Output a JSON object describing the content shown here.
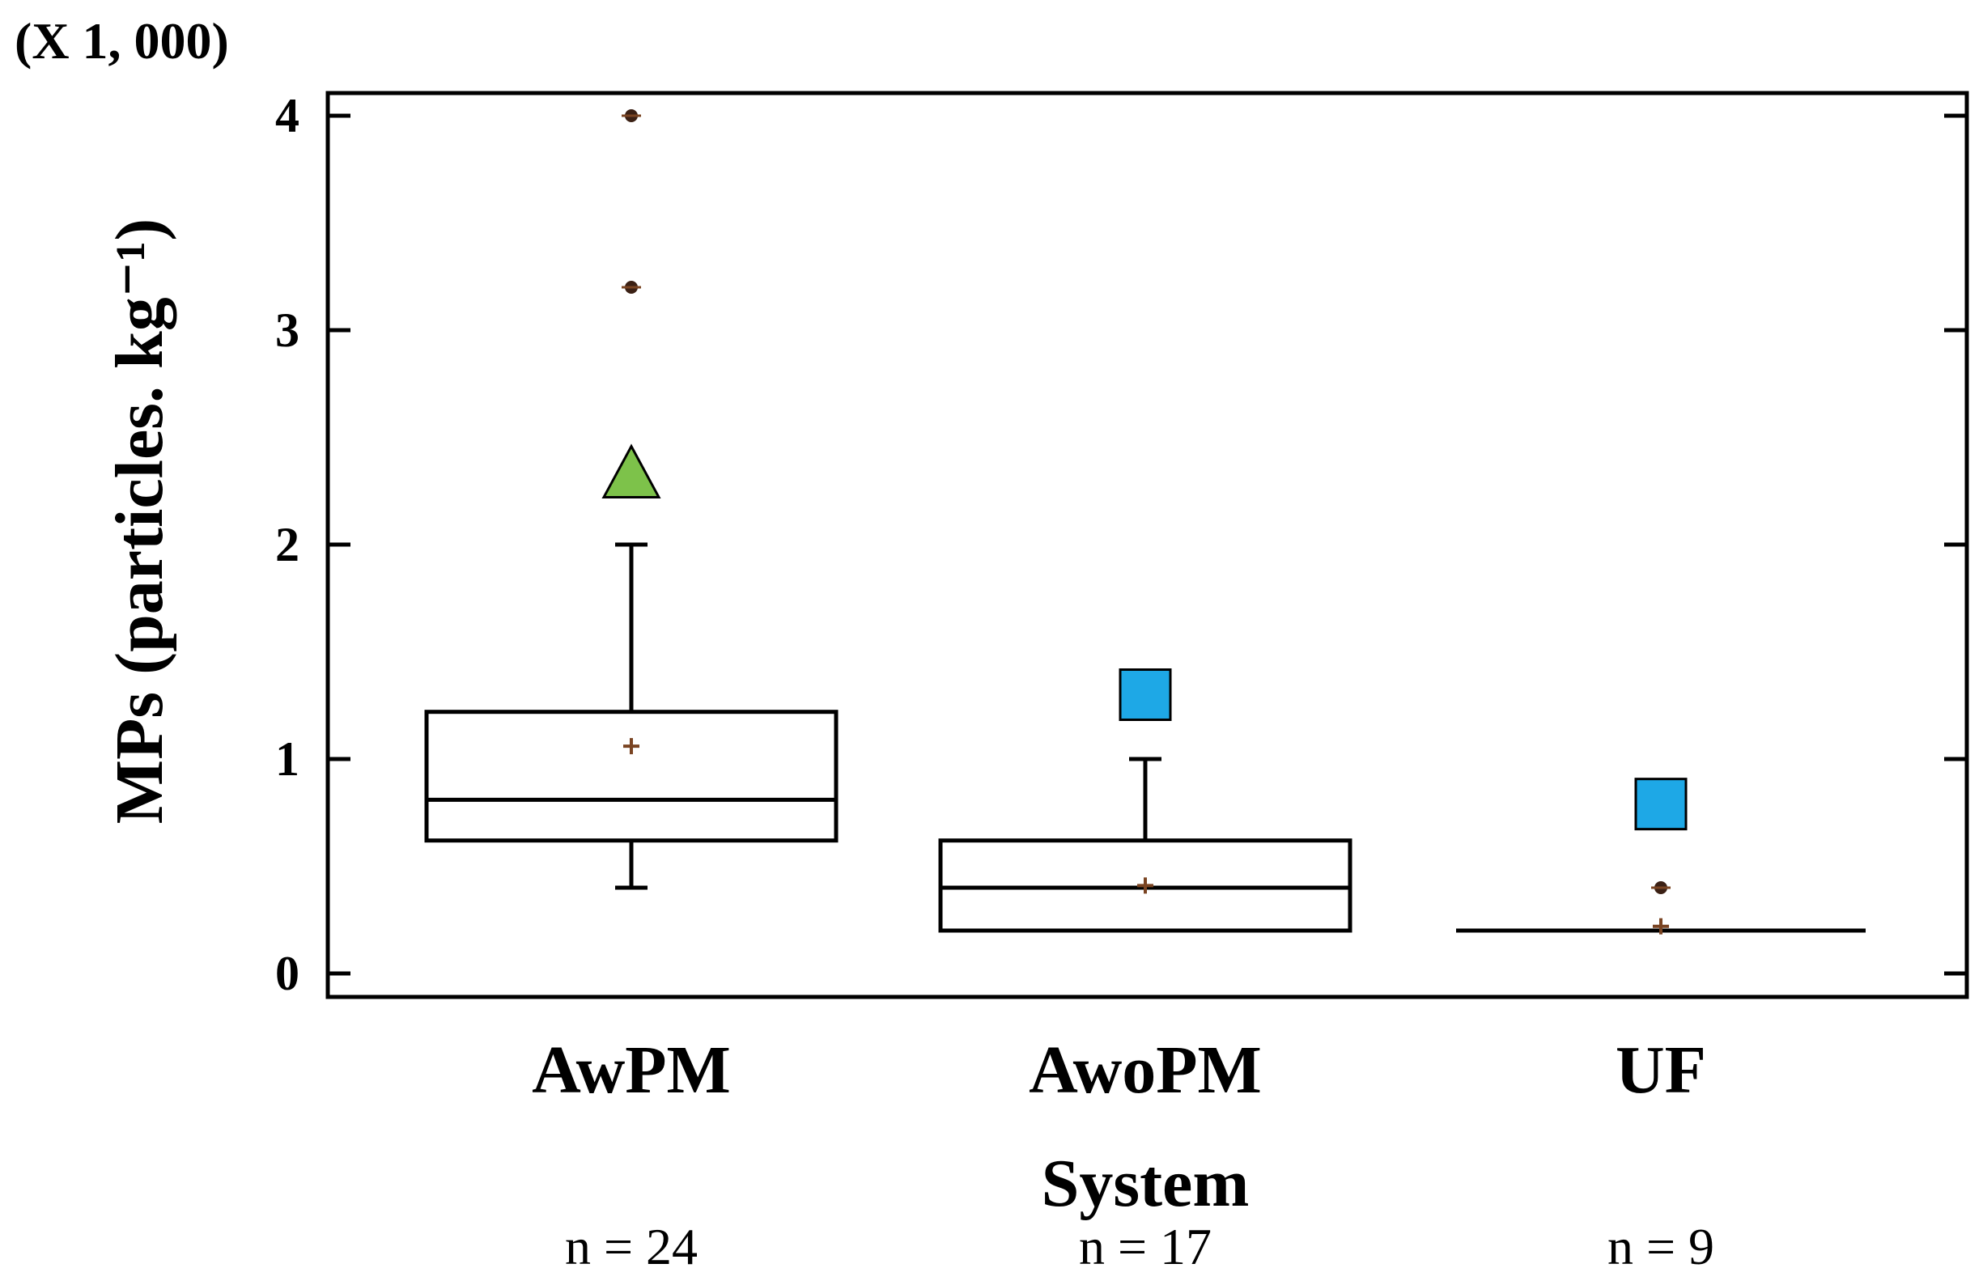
{
  "chart_data": {
    "type": "box",
    "scale_label": "(X 1, 000)",
    "ylabel": "MPs (particles. kg⁻¹)",
    "xlabel": "System",
    "ylim": [
      0,
      4.1
    ],
    "yticks": [
      0,
      1,
      2,
      3,
      4
    ],
    "ytick_labels": [
      "0",
      "1",
      "2",
      "3",
      "4"
    ],
    "grid": false,
    "categories": [
      "AwPM",
      "AwoPM",
      "UF"
    ],
    "sample_sizes": [
      "n = 24",
      "n = 17",
      "n = 9"
    ],
    "boxes": [
      {
        "name": "AwPM",
        "whisker_low": 0.4,
        "q1": 0.62,
        "median": 0.81,
        "q3": 1.22,
        "whisker_high": 2.0,
        "mean": 1.06,
        "outliers": [
          3.2,
          4.0
        ],
        "far_outlier": 2.33,
        "far_outlier_marker": "triangle"
      },
      {
        "name": "AwoPM",
        "whisker_low": 0.2,
        "q1": 0.2,
        "median": 0.4,
        "q3": 0.62,
        "whisker_high": 1.0,
        "mean": 0.41,
        "outliers": [],
        "far_outlier": 1.3,
        "far_outlier_marker": "square"
      },
      {
        "name": "UF",
        "whisker_low": 0.2,
        "q1": 0.2,
        "median": 0.2,
        "q3": 0.2,
        "whisker_high": 0.2,
        "mean": 0.22,
        "outliers": [
          0.4
        ],
        "far_outlier": 0.79,
        "far_outlier_marker": "square"
      }
    ],
    "colors": {
      "triangle": "#7dc24a",
      "square": "#1ea8e6",
      "point": "#7a4422",
      "line": "#000000"
    }
  }
}
